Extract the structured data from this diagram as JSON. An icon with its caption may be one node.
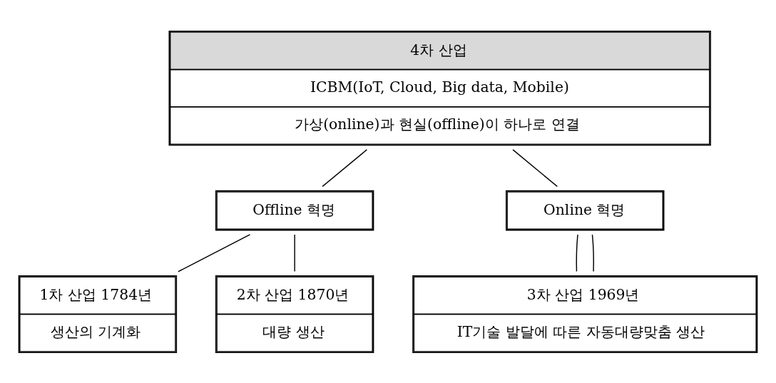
{
  "diagram": {
    "nodes": [
      {
        "text": [
          "4차 산업",
          "ICBM(IoT, Cloud, Big data, Mobile)",
          "가상(online)과 현실(offline)이 하나로 연결"
        ]
      },
      {
        "text": [
          "Offline 혁명"
        ]
      },
      {
        "text": [
          "Online 혁명"
        ]
      },
      {
        "text": [
          "1차 산업 1784년",
          "생산의 기계화"
        ]
      },
      {
        "text": [
          "2차 산업 1870년",
          "대량 생산"
        ]
      },
      {
        "text": [
          "3차 산업 1969년",
          "IT기술 발달에 따른 자동대량맞춤 생산"
        ]
      }
    ],
    "edges": [
      {
        "from": 0,
        "to": 1,
        "arrow": "none"
      },
      {
        "from": 0,
        "to": 2,
        "arrow": "none"
      },
      {
        "from": 1,
        "to": 3,
        "arrow": "none"
      },
      {
        "from": 1,
        "to": 4,
        "arrow": "none"
      },
      {
        "from": 2,
        "to": 5,
        "arrow": "none"
      },
      {
        "from": 2,
        "to": 5,
        "arrow": "none"
      }
    ]
  }
}
